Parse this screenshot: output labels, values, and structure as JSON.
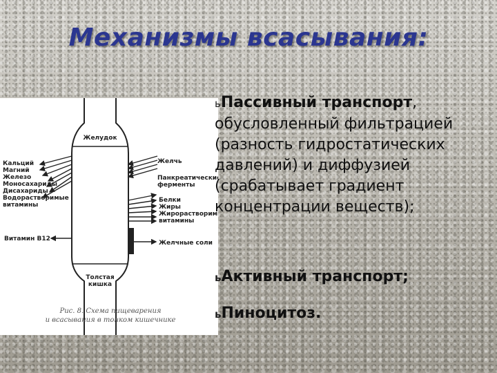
{
  "slide": {
    "title": "Механизмы всасывания:"
  },
  "figure": {
    "labels": {
      "stomach": "Желудок",
      "bile": "Желчь",
      "pancreatic_1": "Панкреатические",
      "pancreatic_2": "ферменты",
      "calcium": "Кальций",
      "magnesium": "Магний",
      "iron": "Железо",
      "monosaccharides": "Моносахариды",
      "disaccharides": "Дисахариды",
      "watersoluble_1": "Водорастворимые",
      "watersoluble_2": "витамины",
      "proteins": "Белки",
      "fats": "Жиры",
      "fatsoluble_1": "Жирорастворимые",
      "fatsoluble_2": "витамины",
      "vitamin_b12": "Витамин В12",
      "bile_salts": "Желчные соли",
      "colon_1": "Толстая",
      "colon_2": "кишка",
      "caption_1": "Рис. 8. Схема пищеварения",
      "caption_2": "и всасывания в тонком кишечнике"
    }
  },
  "bullets": {
    "marker": "ь",
    "passive_lead": "Пассивный транспорт",
    "passive_rest": ", обусловленный фильтрацией (разность гидростатических давлений) и диффузией (срабатывает градиент концентрации веществ);",
    "active": "Активный транспорт;",
    "pinocytosis": "Пиноцитоз."
  }
}
